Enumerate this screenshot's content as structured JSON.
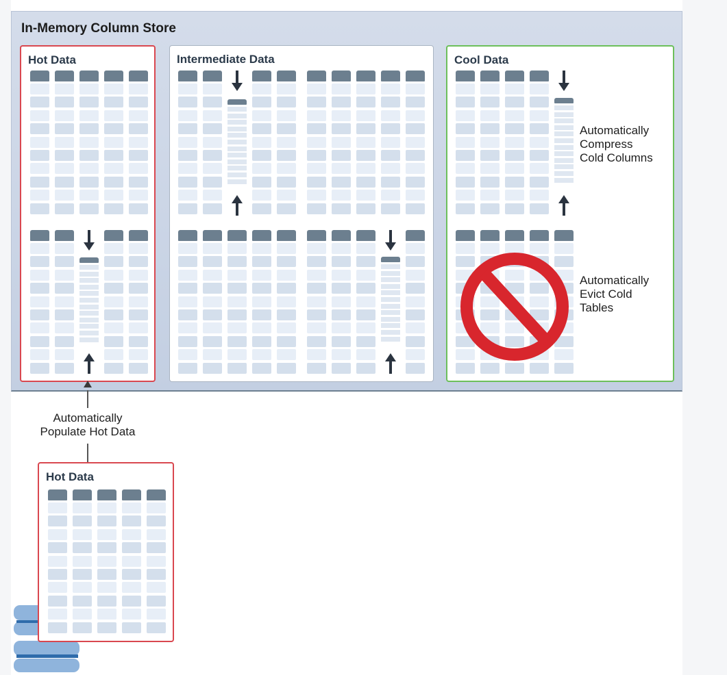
{
  "store": {
    "title": "In-Memory Column Store"
  },
  "panels": {
    "hot": {
      "title": "Hot Data"
    },
    "intermediate": {
      "title": "Intermediate Data"
    },
    "cool": {
      "title": "Cool Data"
    },
    "source_hot": {
      "title": "Hot Data"
    }
  },
  "labels": {
    "compress": [
      "Automatically",
      "Compress",
      "Cold Columns"
    ],
    "evict": [
      "Automatically",
      "Evict Cold",
      "Tables"
    ],
    "populate": [
      "Automatically",
      "Populate Hot Data"
    ]
  },
  "icons": {
    "arrow": "arrow-icon",
    "prohibited": "prohibited-icon",
    "database": "database-icon"
  },
  "colors": {
    "hot_border": "#d9474f",
    "cool_border": "#6cbf5a",
    "column_header": "#6c7f8f",
    "prohibited": "#d8262d"
  }
}
